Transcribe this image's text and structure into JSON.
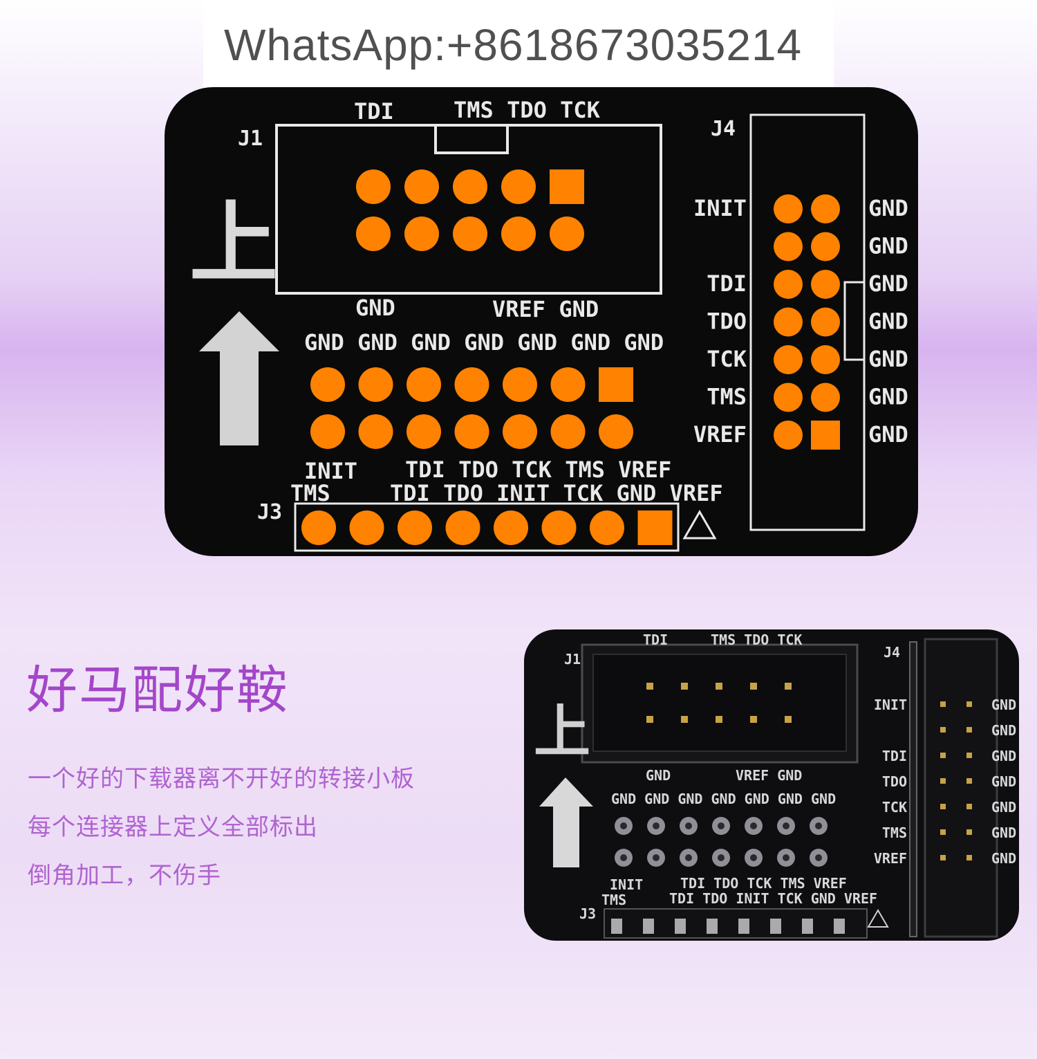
{
  "banner": {
    "text": "WhatsApp:+8618673035214"
  },
  "diagram": {
    "j1": {
      "designator": "J1",
      "top_labels": [
        "TDI",
        "TMS TDO TCK"
      ],
      "bottom_labels": [
        "GND",
        "VREF GND"
      ]
    },
    "up_char": "上",
    "j2_top_labels": "GND GND GND GND GND GND GND",
    "j2_bottom_labels": [
      "INIT",
      "TDI TDO TCK TMS VREF"
    ],
    "j3": {
      "designator": "J3",
      "labels": [
        "TMS",
        "TDI TDO INIT TCK GND VREF"
      ]
    },
    "j4": {
      "designator": "J4",
      "left_labels": [
        "INIT",
        "",
        "TDI",
        "TDO",
        "TCK",
        "TMS",
        "VREF"
      ],
      "right_labels": [
        "GND",
        "GND",
        "GND",
        "GND",
        "GND",
        "GND",
        "GND"
      ]
    }
  },
  "photo": {
    "j1": {
      "designator": "J1",
      "top_labels": [
        "TDI",
        "TMS TDO TCK"
      ],
      "bottom_labels": [
        "GND",
        "VREF GND"
      ]
    },
    "up_char": "上",
    "j2_top_labels": "GND GND GND GND GND GND GND",
    "j2_bottom_labels": [
      "INIT",
      "TDI TDO TCK TMS VREF"
    ],
    "j3": {
      "designator": "J3",
      "labels": [
        "TMS",
        "TDI TDO INIT TCK GND VREF"
      ]
    },
    "j4": {
      "designator": "J4",
      "left_labels": [
        "INIT",
        "",
        "TDI",
        "TDO",
        "TCK",
        "TMS",
        "VREF"
      ],
      "right_labels": [
        "GND",
        "GND",
        "GND",
        "GND",
        "GND",
        "GND",
        "GND"
      ]
    }
  },
  "heading": "好马配好鞍",
  "features": [
    "一个好的下载器离不开好的转接小板",
    "每个连接器上定义全部标出",
    "倒角加工，不伤手"
  ],
  "colors": {
    "pad": "#ff8200",
    "board": "#0a0a0a",
    "silkscreen": "#e9e9e9",
    "text_accent": "#a346c9"
  }
}
